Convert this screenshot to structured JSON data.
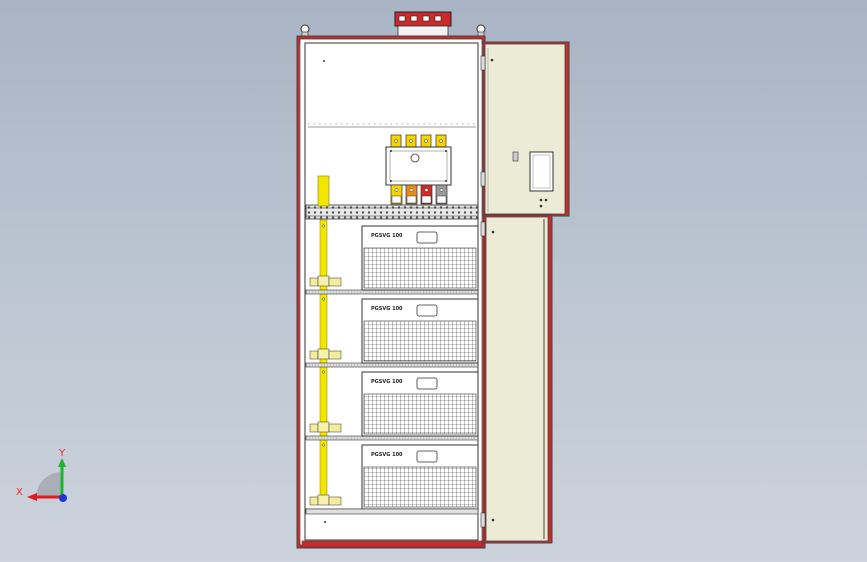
{
  "viewport": {
    "background_top": "#a9b4c4",
    "background_bottom": "#ccd3dc"
  },
  "cabinet": {
    "frame_color": "#cc2a2a",
    "body_color": "#ffffff",
    "door_color": "#ecebd6",
    "busbar_color": "#f2e600",
    "module_labels": [
      "PGSVG 100",
      "PGSVG 100",
      "PGSVG 100",
      "PGSVG 100"
    ],
    "breaker_terminal_colors": [
      "#f5d400",
      "#e98a1a",
      "#d42828",
      "#9a9a9a"
    ]
  },
  "triad": {
    "x_label": "X",
    "y_label": "Y",
    "x_color": "#d91f1f",
    "y_color": "#19b52a",
    "z_color": "#1c36d8"
  }
}
